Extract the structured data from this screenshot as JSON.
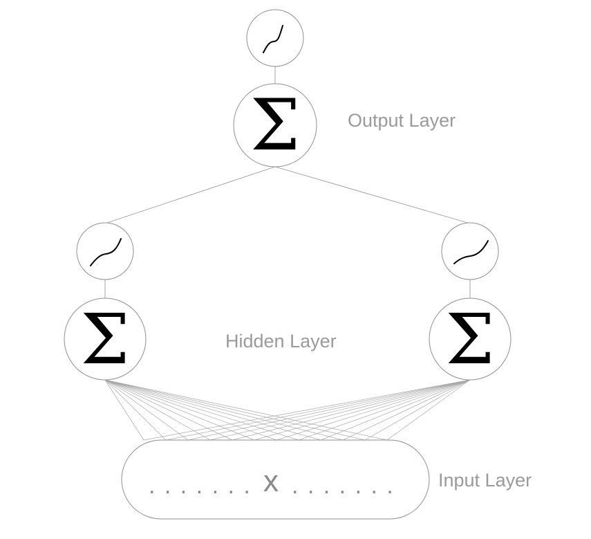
{
  "labels": {
    "output_layer": "Output Layer",
    "hidden_layer": "Hidden Layer",
    "input_layer": "Input Layer"
  },
  "glyphs": {
    "sum": "Σ"
  },
  "input": {
    "left_dots": ". . . . . . .",
    "variable": "x",
    "right_dots": ". . . . . . ."
  },
  "colors": {
    "label_text": "#9a9a9a",
    "node_stroke": "#8f8f8f",
    "connection": "#9a9a9a",
    "glyph": "#000000"
  },
  "icons": {
    "activation": "sigmoid-curve-icon",
    "summation": "sigma-icon"
  }
}
